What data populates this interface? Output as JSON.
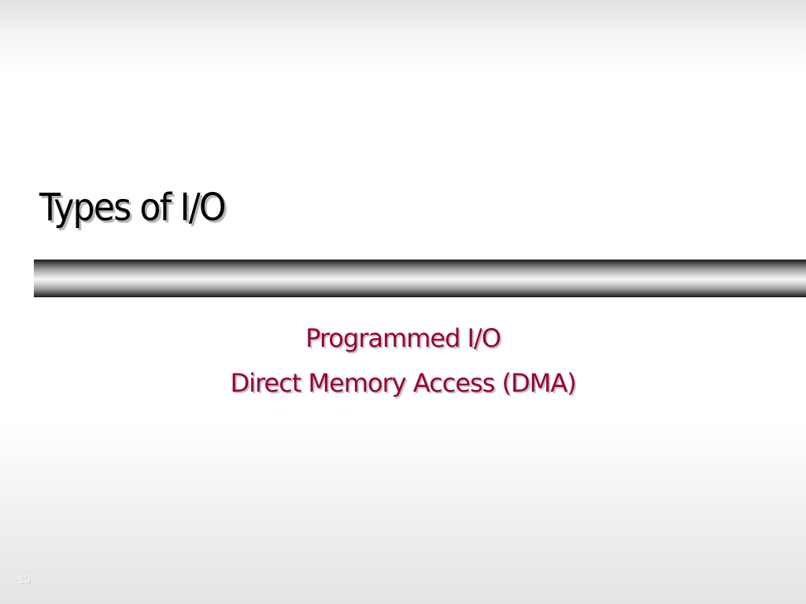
{
  "slide": {
    "title": "Types of I/O",
    "subtitle_lines": [
      "Programmed I/O",
      "Direct Memory Access (DMA)"
    ],
    "slide_number": "13"
  },
  "colors": {
    "title_text": "#000000",
    "subtitle_text": "#990033",
    "slide_number_text": "#ffffff"
  }
}
